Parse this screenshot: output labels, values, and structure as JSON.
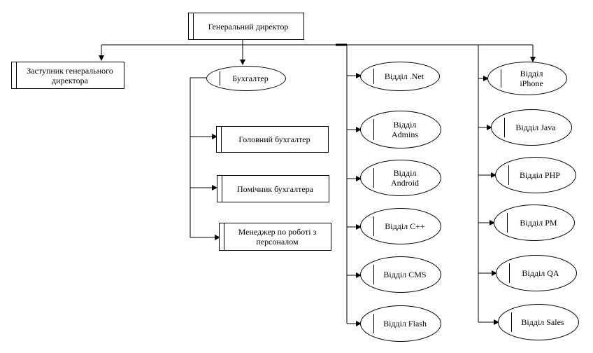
{
  "org_chart": {
    "director": "Генеральний директор",
    "deputy": "Заступник генерального\nдиректора",
    "accountant": "Бухгалтер",
    "accounting_staff": [
      "Головний бухгалтер",
      "Помічник бухгалтера",
      "Менеджер по роботі з\nперсоналом"
    ],
    "departments_left": [
      "Відділ .Net",
      "Відділ\nAdmins",
      "Відділ\nAndroid",
      "Відділ С++",
      "Відділ CMS",
      "Відділ  Flash"
    ],
    "departments_right": [
      "Відділ\niPhone",
      "Відділ Java",
      "Відділ PHP",
      "Відділ PM",
      "Відділ QA",
      "Відділ Sales"
    ]
  },
  "colors": {
    "line": "#000000",
    "background": "#ffffff"
  }
}
